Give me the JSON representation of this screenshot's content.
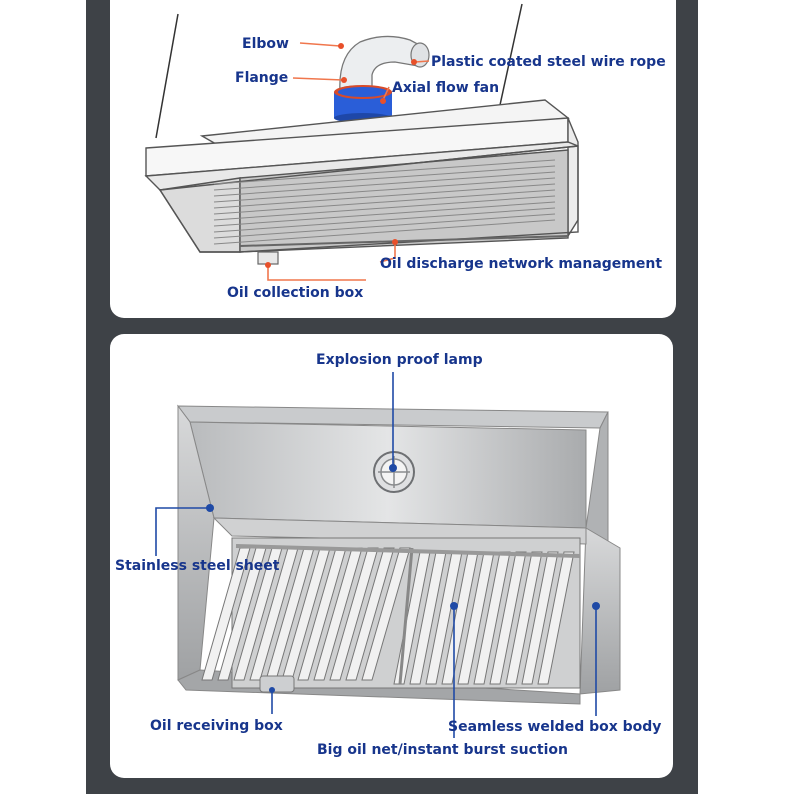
{
  "top_diagram": {
    "labels": {
      "elbow": "Elbow",
      "flange": "Flange",
      "wire_rope": "Plastic coated steel wire rope",
      "axial_fan": "Axial flow fan",
      "oil_discharge": "Oil discharge network management",
      "oil_collection": "Oil collection box"
    }
  },
  "bottom_diagram": {
    "labels": {
      "lamp": "Explosion proof lamp",
      "stainless": "Stainless steel sheet",
      "oil_receiving": "Oil receiving box",
      "seamless": "Seamless welded box body",
      "big_oil_net": "Big oil net/instant burst suction"
    }
  },
  "colors": {
    "label_text": "#17358c",
    "top_leader": "#f0764c",
    "bottom_leader": "#1f4aa6",
    "frame": "#3e4247",
    "fan_blue": "#2a5ed8"
  }
}
